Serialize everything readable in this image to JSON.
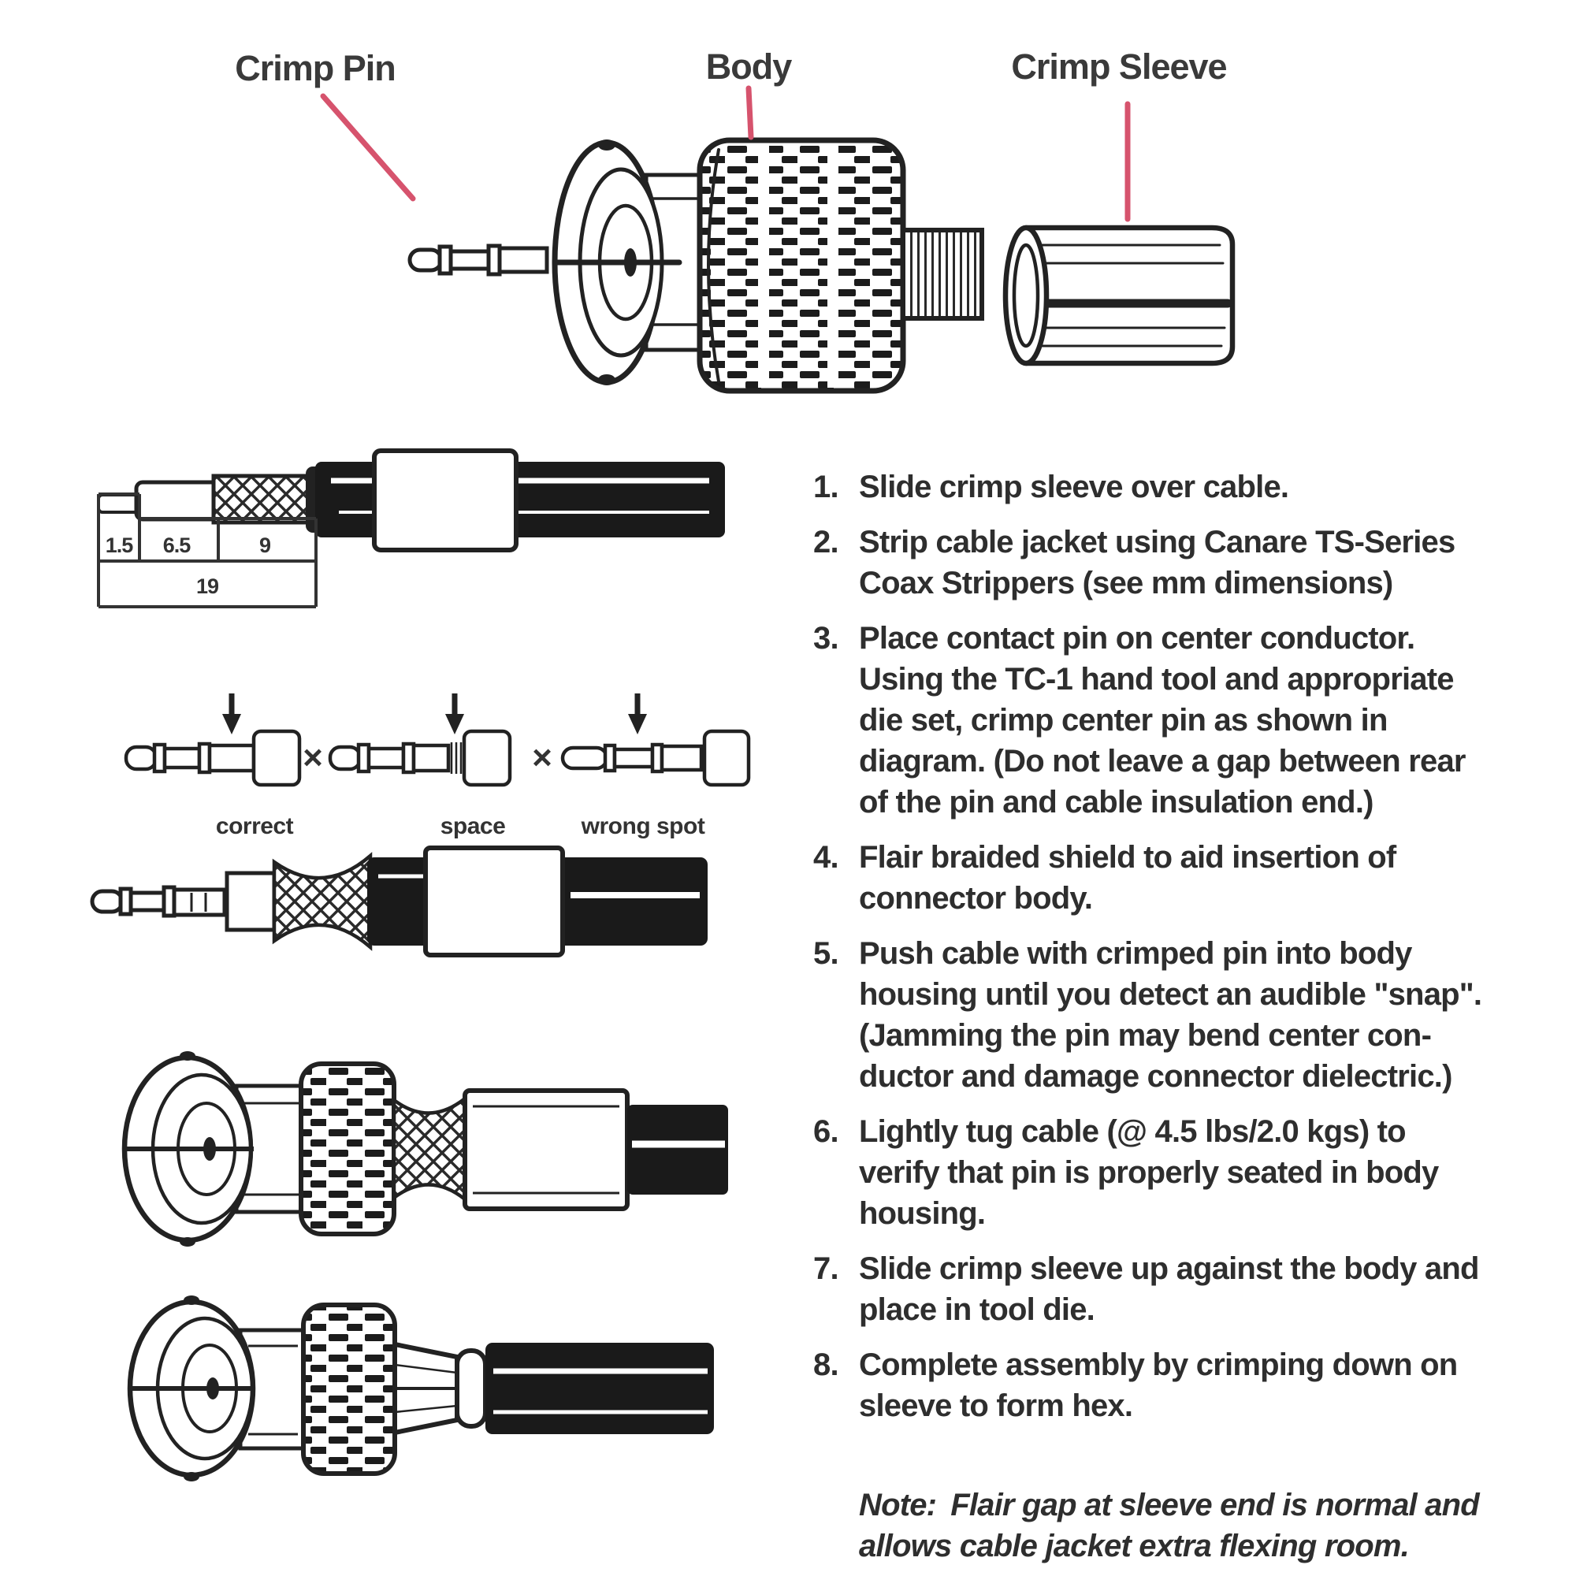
{
  "colors": {
    "background": "#ffffff",
    "ink": "#222222",
    "accent_red": "#d6536d",
    "label_text": "#3a3a3a"
  },
  "exploded_view": {
    "labels": {
      "crimp_pin": "Crimp Pin",
      "body": "Body",
      "crimp_sleeve": "Crimp Sleeve"
    }
  },
  "strip_diagram": {
    "dimensions": {
      "seg1": "1.5",
      "seg2": "6.5",
      "seg3": "9",
      "overall": "19"
    }
  },
  "pin_crimp_guide": {
    "cross_mark": "×",
    "labels": {
      "correct": "correct",
      "space": "space",
      "wrong_spot": "wrong spot"
    }
  },
  "instructions": {
    "items": [
      {
        "num": "1.",
        "text": "Slide crimp sleeve over cable."
      },
      {
        "num": "2.",
        "text": "Strip cable jacket using Canare TS-Series\nCoax Strippers (see mm dimensions)"
      },
      {
        "num": "3.",
        "text": "Place contact pin on center conductor.\nUsing the TC-1 hand tool and appropriate\ndie set, crimp center pin as shown in\ndiagram. (Do not leave a gap between rear\nof the pin and cable insulation end.)"
      },
      {
        "num": "4.",
        "text": "Flair braided shield to aid insertion of\nconnector body."
      },
      {
        "num": "5.",
        "text": "Push cable with crimped pin into body\nhousing until you detect an audible \"snap\".\n(Jamming the pin may bend center con-\nductor and damage connector dielectric.)"
      },
      {
        "num": "6.",
        "text": "Lightly tug cable (@ 4.5 lbs/2.0 kgs) to\nverify that pin is properly seated in body\nhousing."
      },
      {
        "num": "7.",
        "text": "Slide crimp sleeve up against the body and\nplace in tool die."
      },
      {
        "num": "8.",
        "text": "Complete assembly by crimping down on\nsleeve to form hex."
      }
    ],
    "note": {
      "label": "Note:",
      "text": "Flair gap at sleeve end is normal and\nallows cable jacket extra flexing room."
    }
  }
}
